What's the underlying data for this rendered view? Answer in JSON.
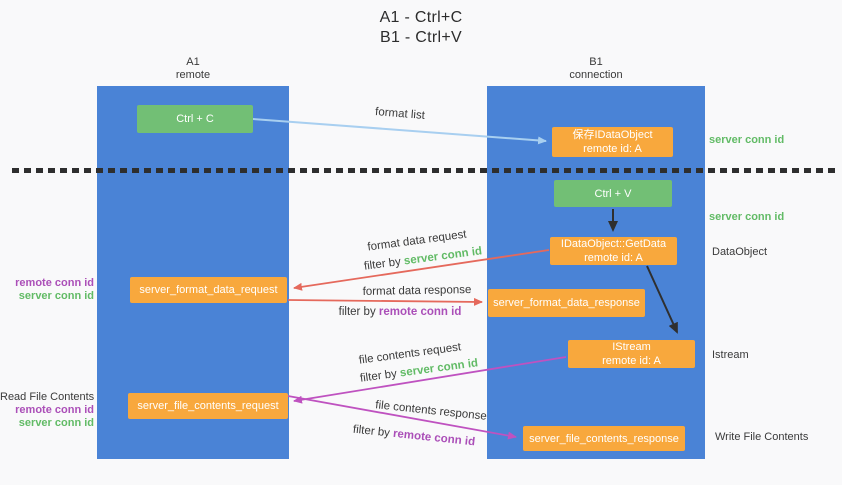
{
  "title": {
    "line1": "A1 - Ctrl+C",
    "line2": "B1 - Ctrl+V"
  },
  "lanes": {
    "left": {
      "name": "A1",
      "role": "remote"
    },
    "right": {
      "name": "B1",
      "role": "connection"
    }
  },
  "nodes": {
    "ctrl_c": {
      "label": "Ctrl + C"
    },
    "ctrl_v": {
      "label": "Ctrl + V"
    },
    "save_dataobject": {
      "line1": "保存IDataObject",
      "line2": "remote id: A"
    },
    "getdata": {
      "line1": "IDataObject::GetData",
      "line2": "remote id: A"
    },
    "istream": {
      "line1": "IStream",
      "line2": "remote id: A"
    },
    "format_request": {
      "label": "server_format_data_request"
    },
    "format_response": {
      "label": "server_format_data_response"
    },
    "file_request": {
      "label": "server_file_contents_request"
    },
    "file_response": {
      "label": "server_file_contents_response"
    }
  },
  "flow_labels": {
    "format_list": "format list",
    "format_data_request": "format data request",
    "format_data_response": "format data response",
    "file_contents_request": "file contents request",
    "file_contents_response": "file contents response",
    "filter_by": "filter by",
    "server_conn_id": "server conn id",
    "remote_conn_id": "remote conn id"
  },
  "annotations": {
    "dataobject": "DataObject",
    "istream": "Istream",
    "read_file_contents": "Read File Contents",
    "write_file_contents": "Write File Contents"
  },
  "colors": {
    "lane_blue": "#4a83d6",
    "box_green": "#72bf75",
    "box_orange": "#f8a83d",
    "arrow_light_blue": "#a8cff0",
    "arrow_red": "#e5695c",
    "arrow_magenta": "#bf52c0",
    "arrow_black": "#2f2f2f",
    "text_green": "#62bb66",
    "text_purple": "#ab4fb8",
    "separator_black": "#2e2e2e"
  }
}
